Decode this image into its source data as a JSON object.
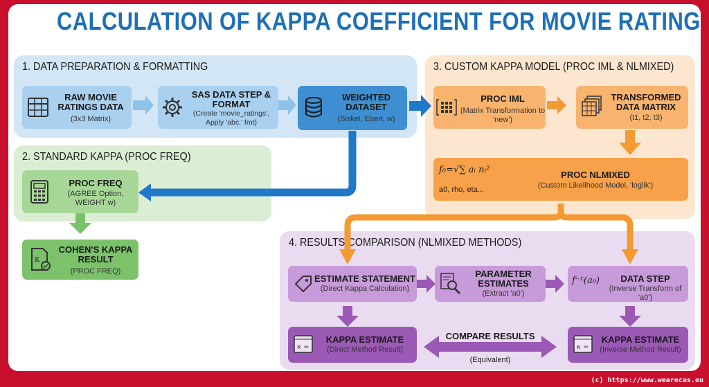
{
  "title": "CALCULATION OF KAPPA COEFFICIENT FOR MOVIE RATINGS",
  "colors": {
    "blue": "#d3e6f5",
    "green": "#dbeed4",
    "orange": "#fde6cf",
    "purple": "#eadcf0",
    "arrow_blue": "#1f78c8",
    "arrow_orange": "#f39a32",
    "arrow_purple": "#9b59b6",
    "arrow_green": "#7cc26b",
    "frame": "#c8102e",
    "title": "#1d6fb8"
  },
  "sections": {
    "s1": "1. DATA PREPARATION & FORMATTING",
    "s2": "2. STANDARD KAPPA (PROC FREQ)",
    "s3": "3. CUSTOM KAPPA MODEL (PROC IML & NLMIXED)",
    "s4": "4. RESULTS COMPARISON (NLMIXED METHODS)"
  },
  "boxes": {
    "raw": {
      "title": "RAW MOVIE RATINGS DATA",
      "sub": "(3x3 Matrix)",
      "icon": "table-icon"
    },
    "sas": {
      "title": "SAS DATA STEP & FORMAT",
      "sub": "(Create 'movie_ratings', Apply 'abc.' fmt)",
      "icon": "gear-icon"
    },
    "weighted": {
      "title": "WEIGHTED DATASET",
      "sub": "(Siskel, Ebert, w)",
      "icon": "database-icon"
    },
    "iml": {
      "title": "PROC IML",
      "sub": "(Matrix Transformation to 'new')",
      "icon": "matrix-icon"
    },
    "transformed": {
      "title": "TRANSFORMED DATA MATRIX",
      "sub": "(t1, t2, t3)",
      "icon": "stacked-grid-icon"
    },
    "nlmixed": {
      "title": "PROC NLMIXED",
      "sub": "(Custom Likelihood Model, 'loglik')",
      "formula": "f₀=√∑ aᵢ nᵢ²",
      "formula_sub": "a0, rho, eta...",
      "icon": "formula-icon"
    },
    "procfreq": {
      "title": "PROC FREQ",
      "sub": "(AGREE Option, WEIGHT w)",
      "icon": "calculator-icon"
    },
    "cohen": {
      "title": "COHEN'S KAPPA RESULT",
      "sub": "(PROC FREQ)",
      "icon": "kappa-document-icon"
    },
    "estimate": {
      "title": "ESTIMATE STATEMENT",
      "sub": "(Direct Kappa Calculation)",
      "icon": "tag-icon"
    },
    "param": {
      "title": "PARAMETER ESTIMATES",
      "sub": "(Extract 'a0')",
      "icon": "magnifier-icon"
    },
    "datastep": {
      "title": "DATA STEP",
      "sub": "(Inverse Transform of 'a0')",
      "formula": "f⁻¹(a₀)",
      "icon": "inverse-function-icon"
    },
    "kdirect": {
      "title": "KAPPA ESTIMATE",
      "sub": "(Direct Method Result)",
      "icon": "kappa-window-icon"
    },
    "kinverse": {
      "title": "KAPPA ESTIMATE",
      "sub": "(Inverse Method Result)",
      "icon": "kappa-window-icon"
    }
  },
  "compare": {
    "title": "COMPARE RESULTS",
    "sub": "(Equivalent)"
  },
  "footer": "(c) https://www.wearecas.eu"
}
